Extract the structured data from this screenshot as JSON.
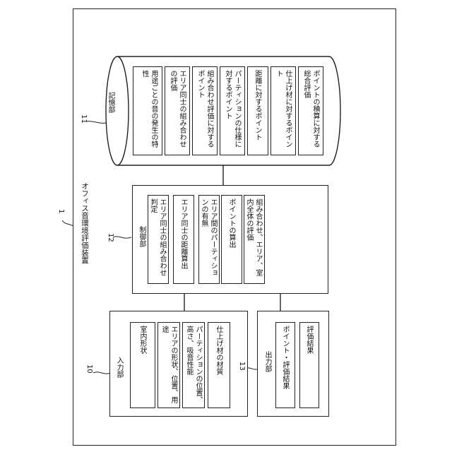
{
  "device": {
    "ref": "1",
    "label": "オフィス音環境評価装置"
  },
  "storage": {
    "ref": "11",
    "label": "記憶部",
    "items": [
      "用途ごとの音の発生の特性",
      "エリア同士の組み合わせの評価",
      "組み合わせ評価に対するポイント",
      "パーティションの仕様に対するポイント",
      "距離に対するポイント",
      "仕上げ材に対するポイント",
      "ポイントの積算に対する総合評価"
    ]
  },
  "control": {
    "ref": "12",
    "label": "制御部",
    "items": [
      "エリア同士の組み合わせ判定",
      "エリア同士の距離算出",
      "エリア間のパーティションの有無",
      "ポイントの算出",
      "組み合わせ、エリア、室内全体の評価"
    ]
  },
  "input": {
    "ref": "10",
    "label": "入力部",
    "items": [
      "室内形状",
      "エリアの形状、位置、用途",
      "パーティションの位置、高さ、吸音性能",
      "仕上げ材の材質"
    ]
  },
  "output": {
    "ref": "13",
    "label": "出力部",
    "items": [
      "ポイント・評価結果",
      "評価結果"
    ]
  }
}
